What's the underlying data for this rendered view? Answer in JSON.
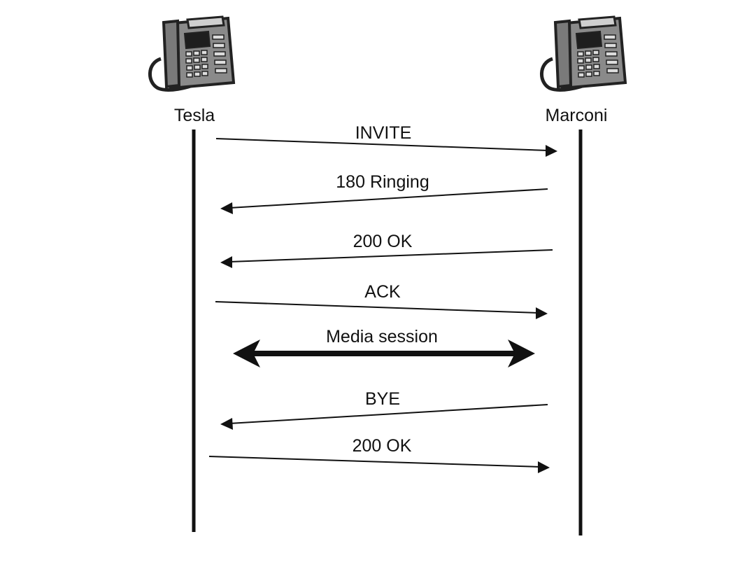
{
  "participants": [
    {
      "name": "Tesla",
      "icon": "desk-phone-icon"
    },
    {
      "name": "Marconi",
      "icon": "desk-phone-icon"
    }
  ],
  "messages": [
    {
      "label": "INVITE",
      "from": "Tesla",
      "to": "Marconi",
      "style": "thin"
    },
    {
      "label": "180 Ringing",
      "from": "Marconi",
      "to": "Tesla",
      "style": "thin"
    },
    {
      "label": "200 OK",
      "from": "Marconi",
      "to": "Tesla",
      "style": "thin"
    },
    {
      "label": "ACK",
      "from": "Tesla",
      "to": "Marconi",
      "style": "thin"
    },
    {
      "label": "Media session",
      "from": "Tesla",
      "to": "Marconi",
      "style": "bidirectional-thick"
    },
    {
      "label": "BYE",
      "from": "Marconi",
      "to": "Tesla",
      "style": "thin"
    },
    {
      "label": "200 OK",
      "from": "Tesla",
      "to": "Marconi",
      "style": "thin"
    }
  ],
  "colors": {
    "line": "#111111",
    "phone_body": "#8a8a8a",
    "phone_dark": "#222222"
  }
}
